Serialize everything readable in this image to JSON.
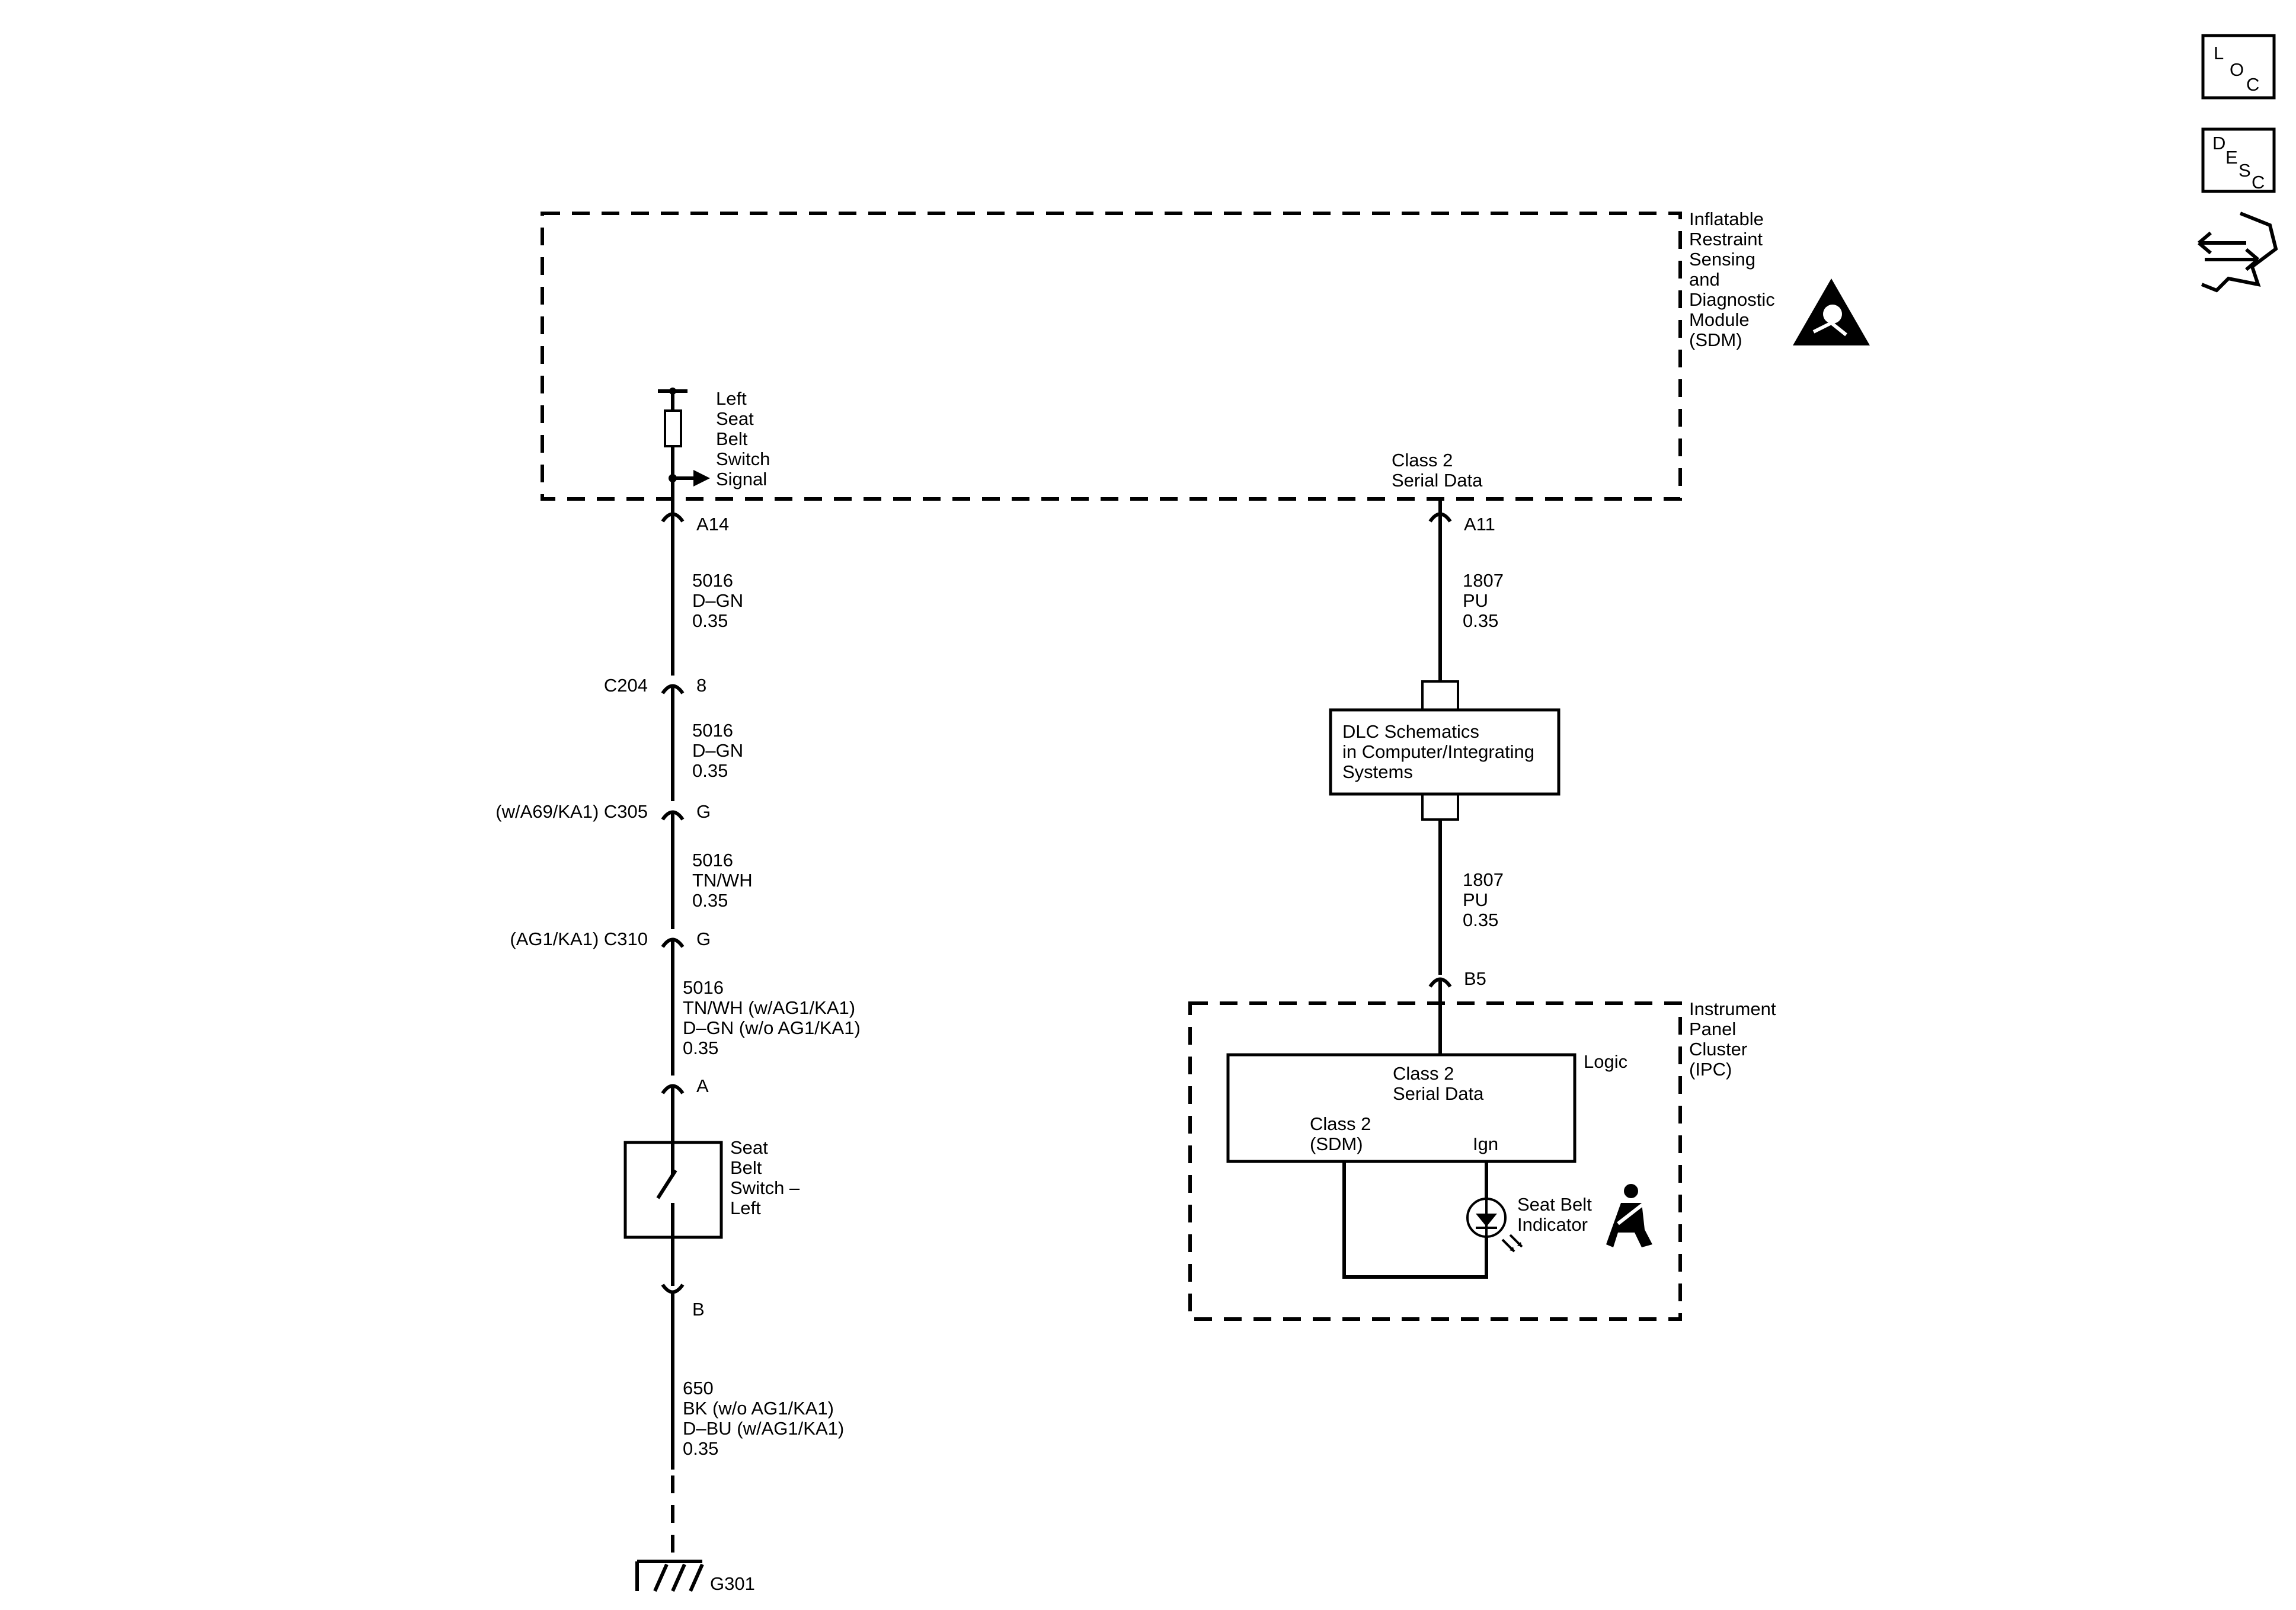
{
  "nav_icons": {
    "loc": {
      "l1": "L",
      "l2": "O",
      "l3": "C"
    },
    "desc": {
      "l1": "D",
      "l2": "E",
      "l3": "S",
      "l4": "C"
    }
  },
  "sdm": {
    "label": [
      "Inflatable",
      "Restraint",
      "Sensing",
      "and",
      "Diagnostic",
      "Module",
      "(SDM)"
    ],
    "switch_signal": [
      "Left",
      "Seat",
      "Belt",
      "Switch",
      "Signal"
    ],
    "class2_label": [
      "Class 2",
      "Serial Data"
    ]
  },
  "left_circuit": {
    "pin_a14": "A14",
    "wire1": [
      "5016",
      "D–GN",
      "0.35"
    ],
    "c204_name": "C204",
    "c204_pin": "8",
    "wire2": [
      "5016",
      "D–GN",
      "0.35"
    ],
    "c305_name": "(w/A69/KA1) C305",
    "c305_pin": "G",
    "wire3": [
      "5016",
      "TN/WH",
      "0.35"
    ],
    "c310_name": "(AG1/KA1) C310",
    "c310_pin": "G",
    "wire4": [
      "5016",
      "TN/WH (w/AG1/KA1)",
      "D–GN (w/o AG1/KA1)",
      "0.35"
    ],
    "pin_a": "A",
    "switch_label": [
      "Seat",
      "Belt",
      "Switch –",
      "Left"
    ],
    "pin_b": "B",
    "wire5": [
      "650",
      "BK (w/o AG1/KA1)",
      "D–BU (w/AG1/KA1)",
      "0.35"
    ],
    "ground": "G301"
  },
  "right_circuit": {
    "pin_a11": "A11",
    "wire1": [
      "1807",
      "PU",
      "0.35"
    ],
    "dlc_box": [
      "DLC Schematics",
      "in Computer/Integrating",
      "Systems"
    ],
    "wire2": [
      "1807",
      "PU",
      "0.35"
    ],
    "pin_b5": "B5"
  },
  "ipc": {
    "label": [
      "Instrument",
      "Panel",
      "Cluster",
      "(IPC)"
    ],
    "logic": "Logic",
    "serial_data": [
      "Class 2",
      "Serial Data"
    ],
    "class2_sdm": [
      "Class 2",
      "(SDM)"
    ],
    "ign": "Ign",
    "indicator": [
      "Seat Belt",
      "Indicator"
    ]
  }
}
